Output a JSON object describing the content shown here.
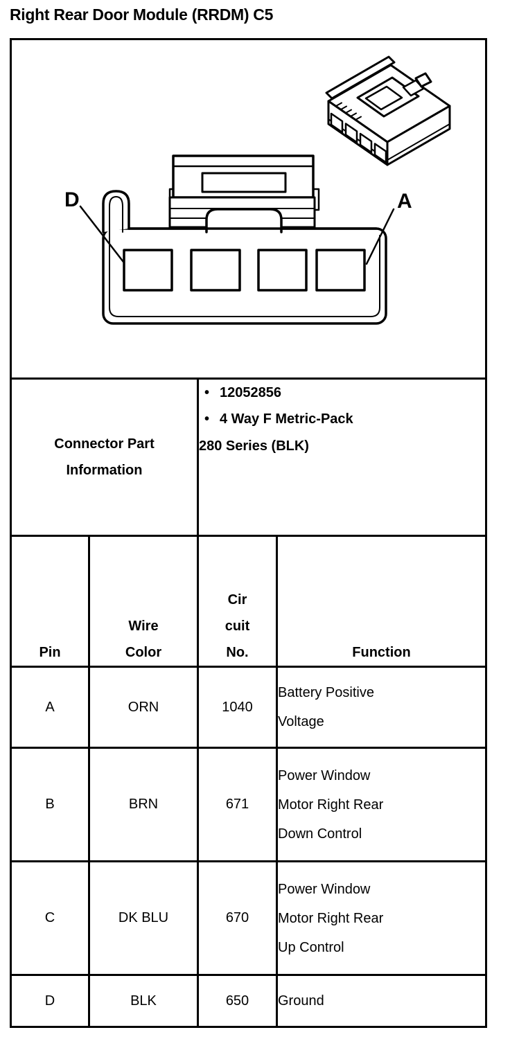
{
  "page": {
    "title": "Right Rear Door Module (RRDM) C5"
  },
  "connector_figure": {
    "pin_label_left": "D",
    "pin_label_right": "A"
  },
  "connector_part_information": {
    "row_label": "Connector Part\nInformation",
    "bullet_glyph": "•",
    "bullets": [
      "12052856",
      "4 Way F Metric-Pack"
    ],
    "bullet_continuation": "280 Series (BLK)"
  },
  "pin_table": {
    "headers": {
      "pin": "Pin",
      "wire_color": "Wire\nColor",
      "circuit_no": "Cir\ncuit\nNo.",
      "function": "Function"
    },
    "rows": [
      {
        "pin": "A",
        "wire_color": "ORN",
        "circuit_no": "1040",
        "function": "Battery Positive\nVoltage"
      },
      {
        "pin": "B",
        "wire_color": "BRN",
        "circuit_no": "671",
        "function": "Power Window\nMotor Right Rear\nDown Control"
      },
      {
        "pin": "C",
        "wire_color": "DK BLU",
        "circuit_no": "670",
        "function": "Power Window\nMotor Right Rear\nUp Control"
      },
      {
        "pin": "D",
        "wire_color": "BLK",
        "circuit_no": "650",
        "function": "Ground"
      }
    ]
  },
  "colors": {
    "ink": "#000000",
    "paper": "#ffffff"
  }
}
